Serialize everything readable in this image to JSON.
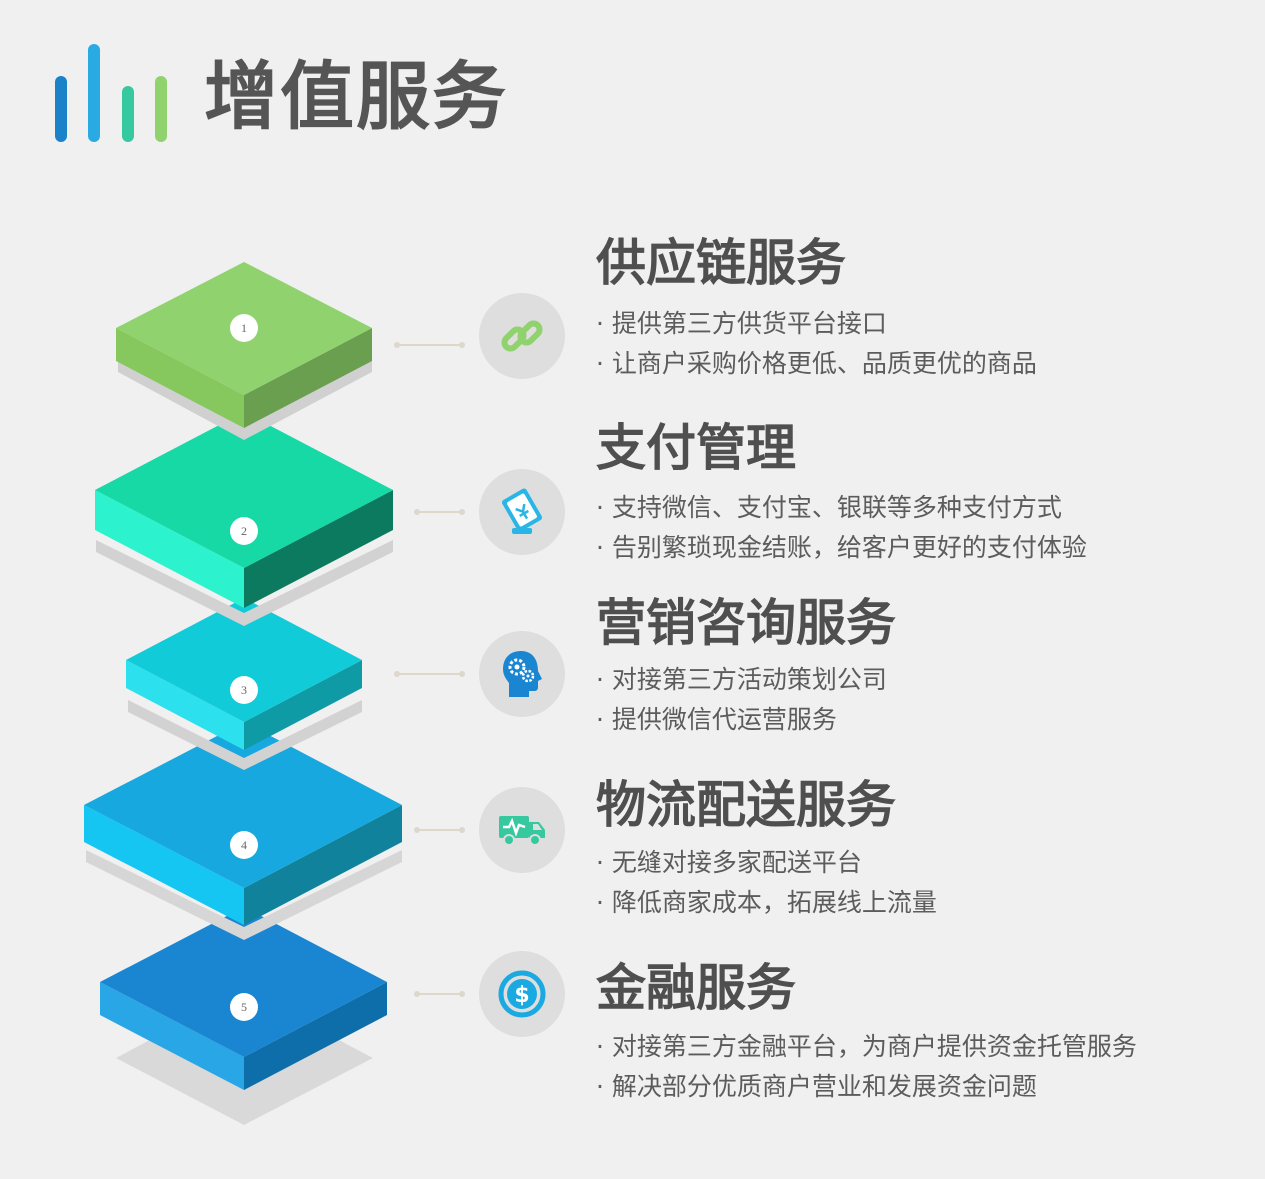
{
  "page_title": "增值服务",
  "accent_colors": {
    "bar1": "#1a82c9",
    "bar2": "#2aaae3",
    "bar3": "#36c89f",
    "bar4": "#8fd26e"
  },
  "services": [
    {
      "number": "1",
      "title": "供应链服务",
      "icon": "link-icon",
      "color": "#8fd26e",
      "lines": [
        "· 提供第三方供货平台接口",
        "· 让商户采购价格更低、品质更优的商品"
      ]
    },
    {
      "number": "2",
      "title": "支付管理",
      "icon": "payment-card-icon",
      "color": "#1fe0b8",
      "lines": [
        "· 支持微信、支付宝、银联等多种支付方式",
        "· 告别繁琐现金结账，给客户更好的支付体验"
      ]
    },
    {
      "number": "3",
      "title": "营销咨询服务",
      "icon": "head-gears-icon",
      "color": "#12cbd8",
      "lines": [
        "· 对接第三方活动策划公司",
        "· 提供微信代运营服务"
      ]
    },
    {
      "number": "4",
      "title": "物流配送服务",
      "icon": "delivery-truck-icon",
      "color": "#16b4e6",
      "lines": [
        "· 无缝对接多家配送平台",
        "· 降低商家成本，拓展线上流量"
      ]
    },
    {
      "number": "5",
      "title": "金融服务",
      "icon": "dollar-coin-icon",
      "color": "#1a86d2",
      "lines": [
        "· 对接第三方金融平台，为商户提供资金托管服务",
        "· 解决部分优质商户营业和发展资金问题"
      ]
    }
  ]
}
